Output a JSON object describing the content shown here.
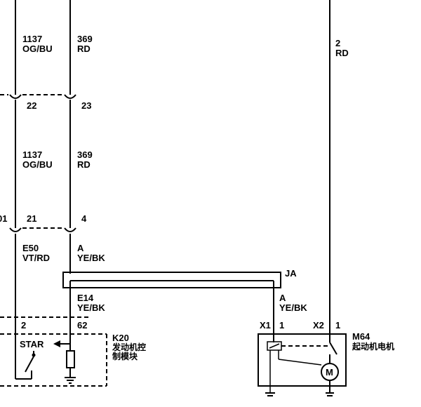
{
  "wires": {
    "left_top": {
      "circuit": "1137",
      "color": "OG/BU"
    },
    "mid_top": {
      "circuit": "369",
      "color": "RD"
    },
    "right_top": {
      "circuit": "2",
      "color": "RD"
    },
    "left_mid": {
      "circuit": "1137",
      "color": "OG/BU"
    },
    "mid_mid": {
      "circuit": "369",
      "color": "RD"
    },
    "left_low": {
      "circuit": "E50",
      "color": "VT/RD"
    },
    "mid_low": {
      "circuit": "A",
      "color": "YE/BK"
    },
    "mid_bottom": {
      "circuit": "E14",
      "color": "YE/BK"
    },
    "right_bottom": {
      "circuit": "A",
      "color": "YE/BK"
    }
  },
  "connectors": {
    "c22": "22",
    "c23": "23",
    "c01": "01",
    "c21": "21",
    "c4": "4",
    "k20_pin2": "2",
    "k20_pin62": "62",
    "m64_x1": "X1",
    "m64_x1_pin": "1",
    "m64_x2": "X2",
    "m64_x2_pin": "1"
  },
  "splice": {
    "label": "JA"
  },
  "k20": {
    "id": "K20",
    "name_line1": "发动机控",
    "name_line2": "制模块",
    "switch_label": "STAR"
  },
  "m64": {
    "id": "M64",
    "name": "起动机电机",
    "motor_symbol": "M"
  }
}
